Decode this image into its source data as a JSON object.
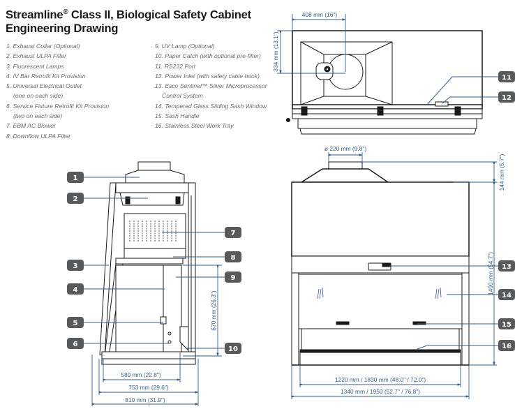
{
  "header": {
    "title_main": "Streamline",
    "title_reg": "®",
    "title_rest": " Class II, Biological Safety Cabinet",
    "title_line2": "Engineering Drawing"
  },
  "legend": {
    "left": [
      {
        "text": "1. Exhaust Collar (Optional)"
      },
      {
        "text": "2. Exhaust ULPA Filter"
      },
      {
        "text": "3. Fluorescent Lamps"
      },
      {
        "text": "4. IV Bar Retrofit Kit Provision"
      },
      {
        "text": "5. Universal Electrical Outlet"
      },
      {
        "text": "(one on each side)",
        "continuation": true
      },
      {
        "text": "6. Service Fixture Retrofit Kit Provision"
      },
      {
        "text": "(two on each side)",
        "continuation": true
      },
      {
        "text": "7. EBM AC Blower"
      },
      {
        "text": "8. Downflow ULPA Filter"
      }
    ],
    "right": [
      {
        "text": "9. UV Lamp (Optional)"
      },
      {
        "text": "10. Paper Catch (with optional pre-filter)"
      },
      {
        "text": "11. RS232 Port"
      },
      {
        "text": "12. Power Inlet (with safety cable hook)"
      },
      {
        "text": "13. Esco Sentinel™ Silver Microprocessor"
      },
      {
        "text": "Control System",
        "continuation": true
      },
      {
        "text": "14. Tempered Glass Sliding Sash Window"
      },
      {
        "text": "15. Sash Handle"
      },
      {
        "text": "16. Stainless Steel Work Tray"
      }
    ]
  },
  "dimensions": {
    "top_width": "408 mm (16\")",
    "top_depth": "334 mm (13.1\")",
    "collar_diameter": "ø 220 mm (9.8\")",
    "collar_height": "144 mm (5.7\")",
    "overall_height": "1400 mm (54.7\")",
    "work_opening_height": "670 mm (26.3\")",
    "side_580": "580 mm (22.8\")",
    "side_753": "753 mm (29.6\")",
    "side_810": "810 mm (31.9\")",
    "front_inner": "1220 mm / 1830 mm (48.0\" / 72.0\")",
    "front_outer": "1340 mm / 1950 (52.7\" / 76.8\")"
  },
  "callouts": [
    "1",
    "2",
    "3",
    "4",
    "5",
    "6",
    "7",
    "8",
    "9",
    "10",
    "11",
    "12",
    "13",
    "14",
    "15",
    "16"
  ],
  "colors": {
    "badge": "#58595b",
    "leader": "#2f5e8e",
    "line": "#1a1a1a"
  }
}
